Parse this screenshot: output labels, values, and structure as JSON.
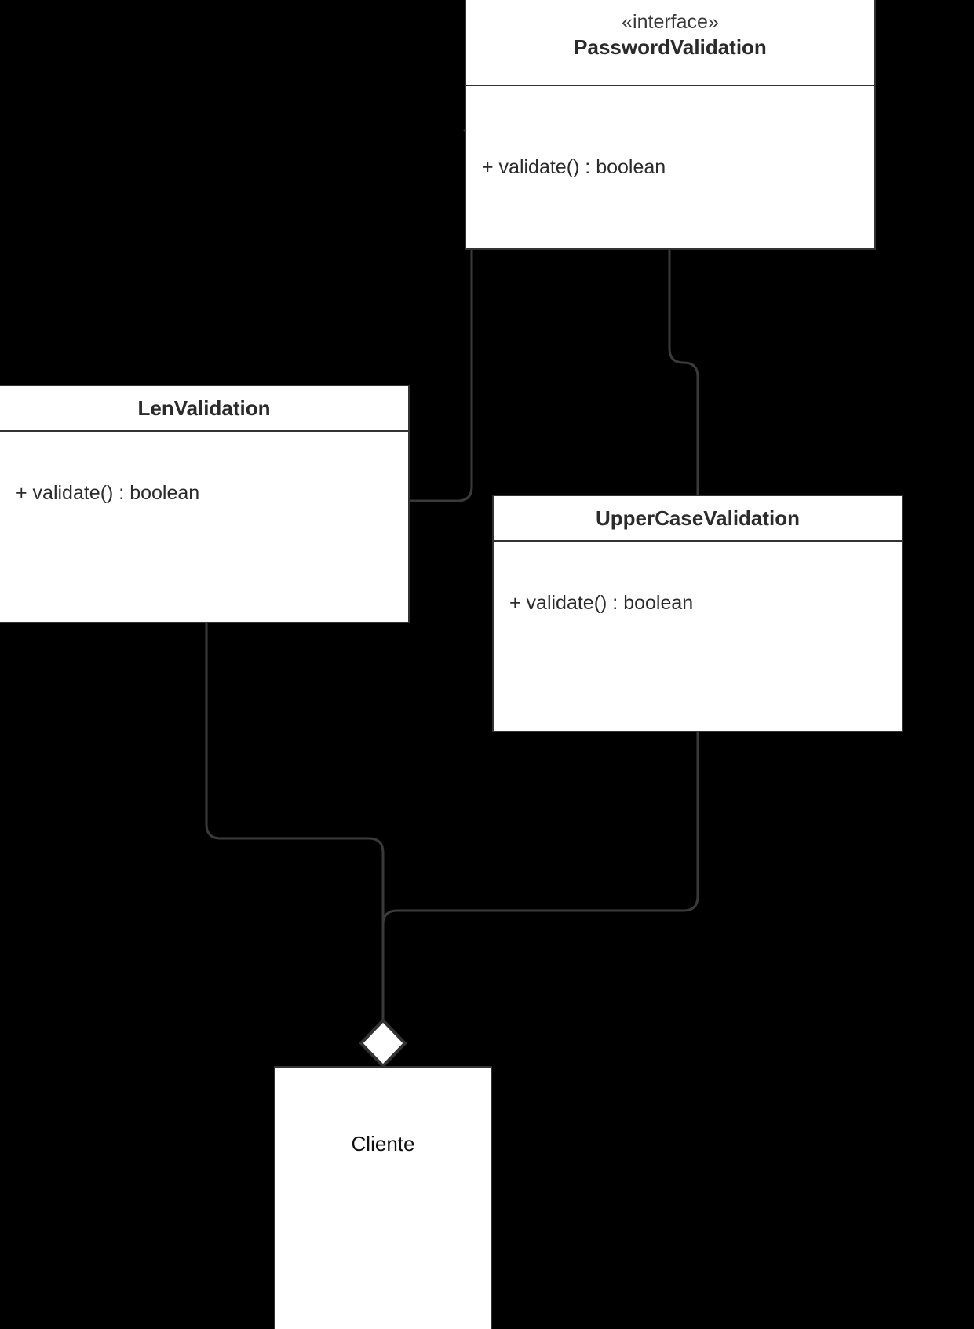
{
  "diagram": {
    "kind": "uml-class-diagram",
    "background_color": "#000000",
    "node_fill": "#ffffff",
    "node_stroke": "#333333",
    "edge_color": "#3a3a3a",
    "text_color": "#2b2b2b"
  },
  "classes": {
    "password_validation": {
      "stereotype": "«interface»",
      "name": "PasswordValidation",
      "members": [
        "+ validate() : boolean"
      ]
    },
    "len_validation": {
      "name": "LenValidation",
      "members": [
        "+ validate() : boolean"
      ]
    },
    "uppercase_validation": {
      "name": "UpperCaseValidation",
      "members": [
        "+ validate() : boolean"
      ]
    },
    "cliente": {
      "name": "Cliente"
    }
  },
  "relationships": [
    {
      "name": "len-validation-realizes-password-validation",
      "type": "realization",
      "source": "LenValidation",
      "target": "PasswordValidation",
      "marker": "none"
    },
    {
      "name": "uppercase-validation-realizes-password-validation",
      "type": "realization",
      "source": "UpperCaseValidation",
      "target": "PasswordValidation",
      "marker": "none"
    },
    {
      "name": "cliente-aggregates-len-validation",
      "type": "aggregation",
      "source": "Cliente",
      "target": "LenValidation",
      "marker": "hollow-diamond"
    },
    {
      "name": "cliente-aggregates-uppercase-validation",
      "type": "aggregation",
      "source": "Cliente",
      "target": "UpperCaseValidation",
      "marker": "hollow-diamond"
    }
  ]
}
